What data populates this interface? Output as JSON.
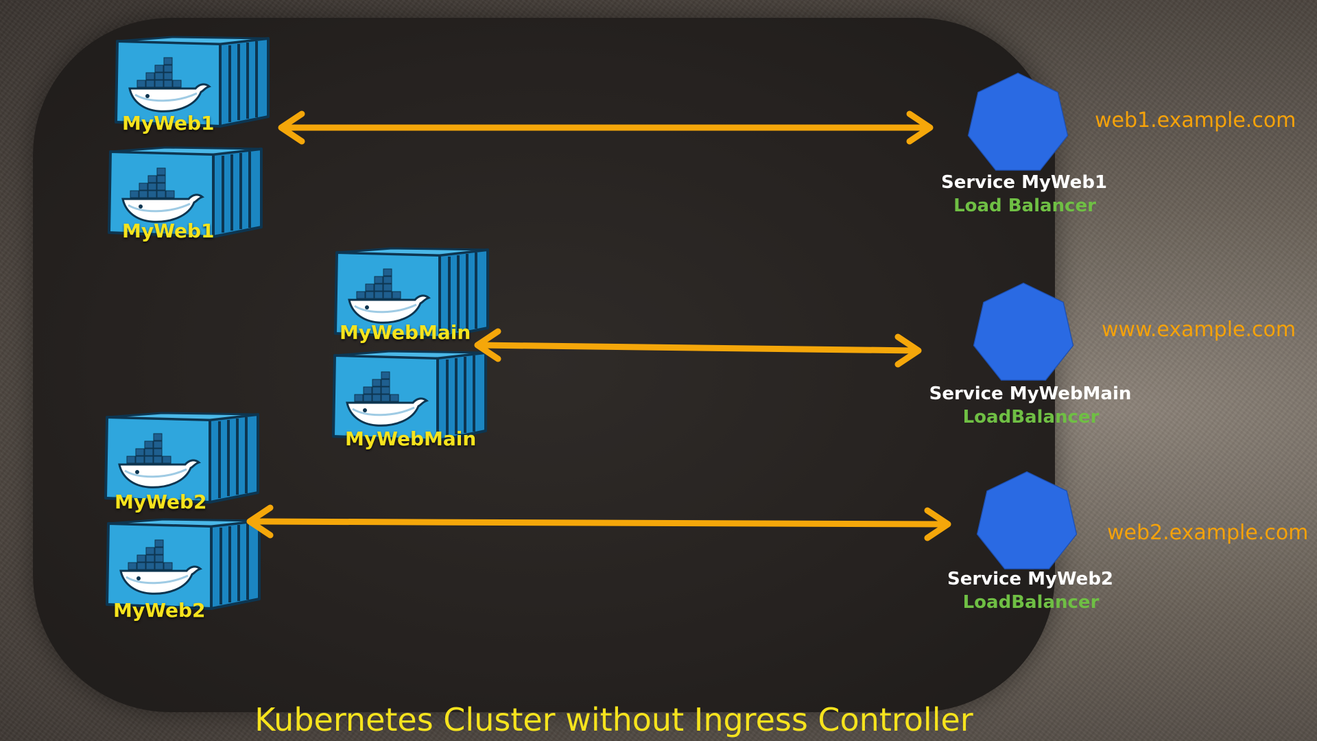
{
  "title": "Kubernetes Cluster without Ingress Controller",
  "colors": {
    "pod_label": "#f6e31d",
    "arrow": "#f5a70a",
    "service_icon": "#2a6ae3",
    "service_name": "#ffffff",
    "service_type": "#6fbf44",
    "domain": "#f5a20a"
  },
  "pods": [
    {
      "label": "MyWeb1",
      "icon": "docker-container-icon"
    },
    {
      "label": "MyWeb1",
      "icon": "docker-container-icon"
    },
    {
      "label": "MyWebMain",
      "icon": "docker-container-icon"
    },
    {
      "label": "MyWebMain",
      "icon": "docker-container-icon"
    },
    {
      "label": "MyWeb2",
      "icon": "docker-container-icon"
    },
    {
      "label": "MyWeb2",
      "icon": "docker-container-icon"
    }
  ],
  "services": [
    {
      "name": "Service MyWeb1",
      "type": "Load Balancer",
      "domain": "web1.example.com",
      "icon": "service-heptagon-icon"
    },
    {
      "name": "Service MyWebMain",
      "type": "LoadBalancer",
      "domain": "www.example.com",
      "icon": "service-heptagon-icon"
    },
    {
      "name": "Service MyWeb2",
      "type": "LoadBalancer",
      "domain": "web2.example.com",
      "icon": "service-heptagon-icon"
    }
  ]
}
